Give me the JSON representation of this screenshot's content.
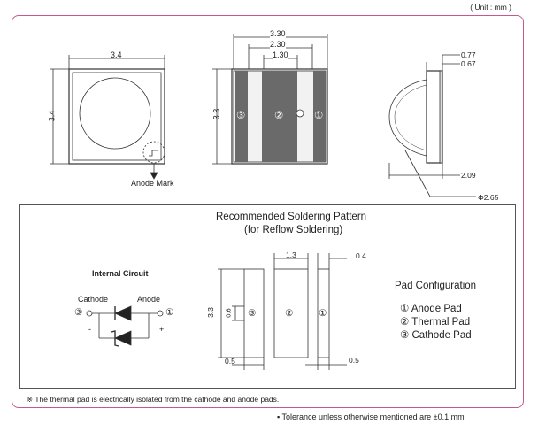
{
  "unit_note": "( Unit : mm )",
  "top_view": {
    "width_dim": "3.4",
    "height_dim": "3.4",
    "anode_mark_label": "Anode Mark"
  },
  "bottom_view": {
    "dim_outer": "3.30",
    "dim_mid": "2.30",
    "dim_inner": "1.30",
    "height_dim": "3.3",
    "pad_3": "③",
    "pad_2": "②",
    "pad_1": "①"
  },
  "side_view": {
    "dim_top1": "0.77",
    "dim_top2": "0.67",
    "dim_height": "2.09",
    "dim_dome": "Φ2.65"
  },
  "soldering": {
    "title_line1": "Recommended Soldering Pattern",
    "title_line2": "(for Reflow Soldering)",
    "dim_gap": "1.3",
    "dim_pad_w": "0.4",
    "dim_height": "3.3",
    "dim_small_h": "0.6",
    "dim_left": "0.5",
    "dim_right": "0.5",
    "pad_3": "③",
    "pad_2": "②",
    "pad_1": "①"
  },
  "circuit": {
    "title": "Internal Circuit",
    "cathode_label": "Cathode",
    "anode_label": "Anode",
    "pin_3": "③",
    "pin_1": "①",
    "minus": "-",
    "plus": "+"
  },
  "pad_config": {
    "title": "Pad Configuration",
    "items": [
      "① Anode Pad",
      "② Thermal Pad",
      "③ Cathode Pad"
    ]
  },
  "footnote": "※ The thermal pad is electrically isolated from the cathode and anode pads.",
  "tolerance": "▪ Tolerance unless otherwise mentioned are ±0.1 mm"
}
